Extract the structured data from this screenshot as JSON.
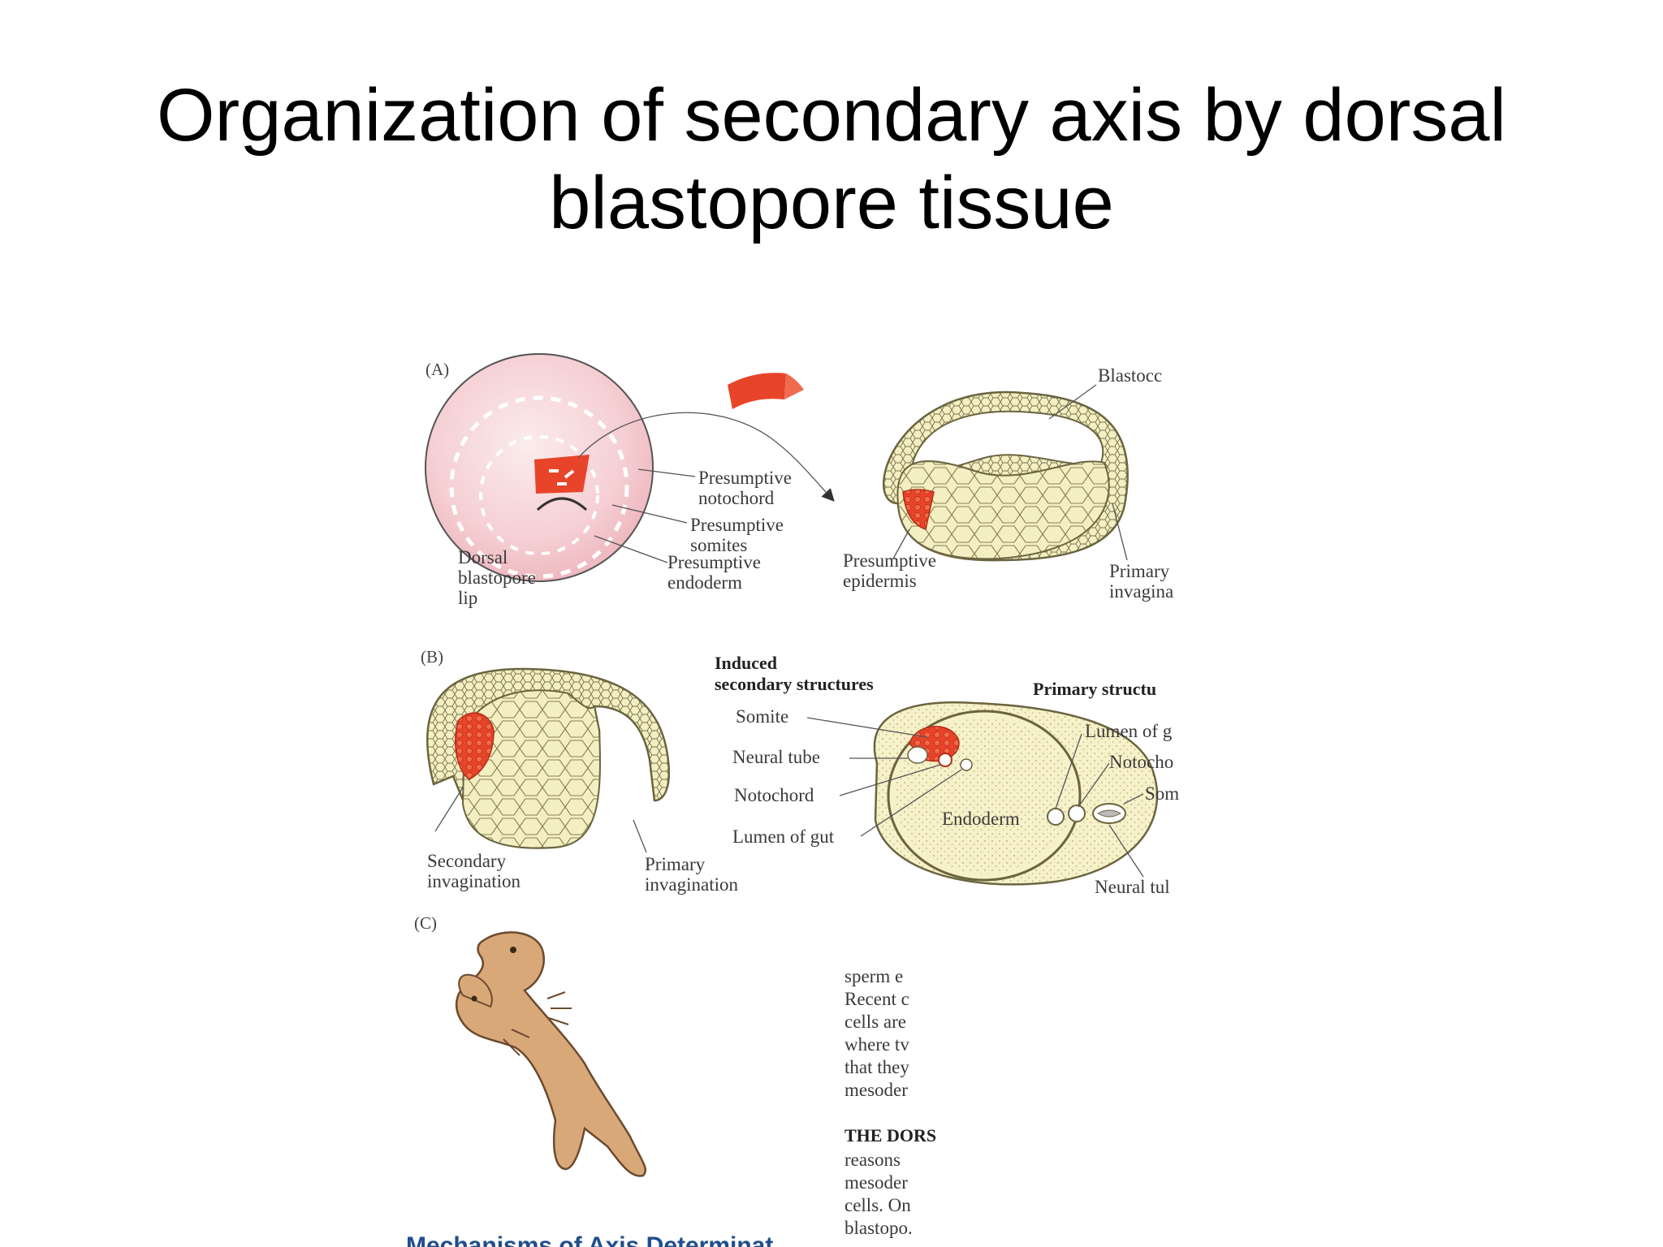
{
  "title": {
    "line1": "Organization of secondary axis by dorsal",
    "line2": "blastopore tissue"
  },
  "figure": {
    "panel_a": {
      "label": "(A)",
      "presumptive_notochord": [
        "Presumptive",
        "notochord"
      ],
      "presumptive_somites": [
        "Presumptive",
        "somites"
      ],
      "presumptive_endoderm": [
        "Presumptive",
        "endoderm"
      ],
      "dorsal_blastopore_lip": [
        "Dorsal",
        "blastopore",
        "lip"
      ],
      "presumptive_epidermis": [
        "Presumptive",
        "epidermis"
      ],
      "blastocoel": "Blastocc",
      "primary_invagination": [
        "Primary",
        "invagina"
      ]
    },
    "panel_b": {
      "label": "(B)",
      "induced_heading": [
        "Induced",
        "secondary structures"
      ],
      "primary_heading": "Primary structu",
      "somite": "Somite",
      "neural_tube": "Neural tube",
      "notochord": "Notochord",
      "lumen_of_gut": "Lumen of gut",
      "endoderm": "Endoderm",
      "secondary_invagination": [
        "Secondary",
        "invagination"
      ],
      "primary_invagination": [
        "Primary",
        "invagination"
      ],
      "right_lumen": "Lumen of g",
      "right_notochord": "Notocho",
      "right_somite": "Som",
      "right_neural_tube": "Neural tul"
    },
    "panel_c": {
      "label": "(C)"
    },
    "side_text": [
      "sperm e",
      "Recent c",
      "cells are",
      "where tv",
      "that they",
      "mesoder"
    ],
    "side_heading": "THE DORS",
    "side_text2": [
      "reasons",
      "mesoder",
      "cells. On",
      "blastopo."
    ],
    "bottom_caption": "Mechanisms of Axis Determinat"
  },
  "colors": {
    "embryo_fill": "#f3efc3",
    "embryo_stroke": "#6b6440",
    "tissue_red": "#e8442a",
    "egg_pink": "#f7d6d8",
    "tadpole": "#d9a878"
  }
}
